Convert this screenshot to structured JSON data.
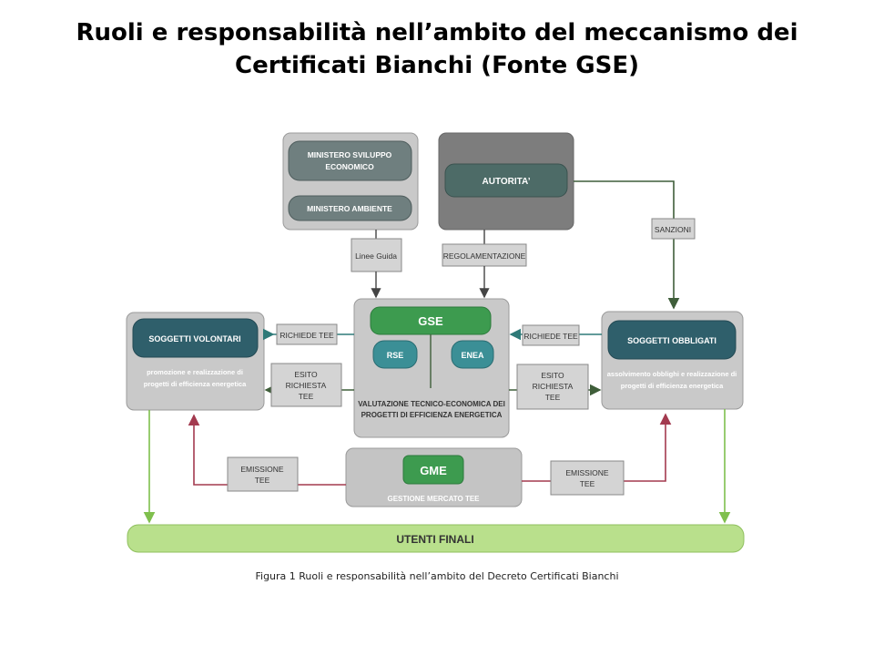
{
  "title_line1": "Ruoli e responsabilità nell’ambito del meccanismo dei",
  "title_line2": "Certificati Bianchi (Fonte GSE)",
  "nodes": {
    "ministero_sviluppo_1": "MINISTERO SVILUPPO",
    "ministero_sviluppo_2": "ECONOMICO",
    "ministero_ambiente": "MINISTERO AMBIENTE",
    "autorita": "AUTORITA’",
    "gse": "GSE",
    "rse": "RSE",
    "enea": "ENEA",
    "gse_desc_1": "VALUTAZIONE TECNICO-ECONOMICA DEI",
    "gse_desc_2": "PROGETTI DI EFFICIENZA ENERGETICA",
    "soggetti_volontari": "SOGGETTI VOLONTARI",
    "sv_desc_1": "promozione e realizzazione di",
    "sv_desc_2": "progetti di efficienza energetica",
    "soggetti_obbligati": "SOGGETTI OBBLIGATI",
    "so_desc_1": "assolvimento obblighi e realizzazione di",
    "so_desc_2": "progetti di efficienza energetica",
    "gme": "GME",
    "gme_desc": "GESTIONE MERCATO TEE",
    "utenti_finali": "UTENTI FINALI"
  },
  "edge_labels": {
    "linee_guida": "Linee Guida",
    "regolamentazione": "REGOLAMENTAZIONE",
    "sanzioni": "SANZIONI",
    "richiede_tee_left": "RICHIEDE TEE",
    "richiede_tee_right": "RICHIEDE TEE",
    "esito_left_1": "ESITO",
    "esito_left_2": "RICHIESTA",
    "esito_left_3": "TEE",
    "esito_right_1": "ESITO",
    "esito_right_2": "RICHIESTA",
    "esito_right_3": "TEE",
    "emissione_left_1": "EMISSIONE",
    "emissione_left_2": "TEE",
    "emissione_right_1": "EMISSIONE",
    "emissione_right_2": "TEE"
  },
  "caption": "Figura 1 Ruoli e responsabilità nell’ambito del Decreto Certificati Bianchi",
  "colors": {
    "teal": "#2f6f73",
    "green": "#3d9b4f",
    "light_green": "#b9e08c",
    "gray_box": "#c4c4c4",
    "dark_gray": "#7a7a7a",
    "arrow_teal": "#2e7a78",
    "arrow_red": "#a33a4f",
    "arrow_green": "#7fbf4d"
  }
}
